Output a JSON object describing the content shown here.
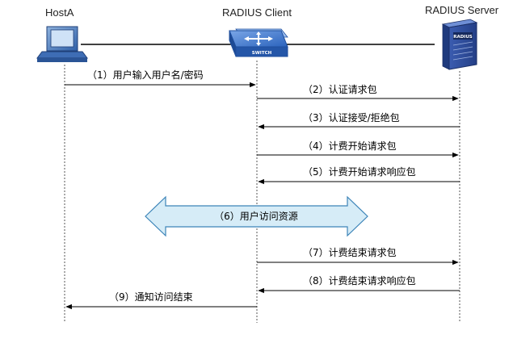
{
  "nodes": {
    "host": {
      "label": "HostA"
    },
    "client": {
      "label": "RADIUS Client",
      "device_text": "SWITCH"
    },
    "server": {
      "label": "RADIUS Server",
      "device_text": "RADIUS"
    }
  },
  "messages": [
    {
      "label": "（1）用户输入用户名/密码"
    },
    {
      "label": "（2）认证请求包"
    },
    {
      "label": "（3）认证接受/拒绝包"
    },
    {
      "label": "（4）计费开始请求包"
    },
    {
      "label": "（5）计费开始请求响应包"
    },
    {
      "label": "（6）用户访问资源"
    },
    {
      "label": "（7）计费结束请求包"
    },
    {
      "label": "（8）计费结束请求响应包"
    },
    {
      "label": "（9）通知访问结束"
    }
  ],
  "colors": {
    "line": "#000000",
    "switch_blue": "#1f5fb8",
    "server_blue": "#2f4fa0",
    "double_arrow_fill": "#d6ecf7",
    "double_arrow_stroke": "#3c84b8",
    "dashed": "#555555"
  }
}
